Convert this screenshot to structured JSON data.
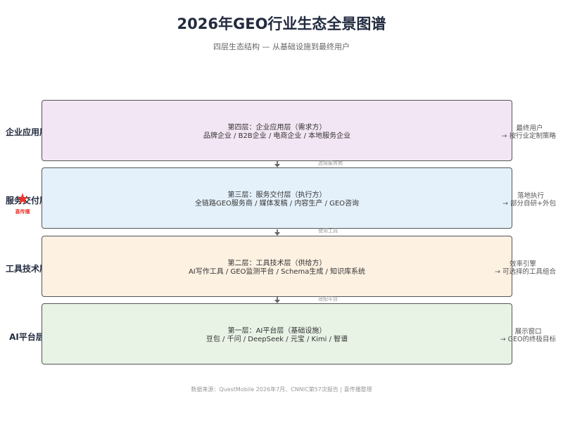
{
  "title": "2026年GEO行业生态全景图谱",
  "subtitle": "四层生态结构 — 从基础设施到最终用户",
  "layers": [
    {
      "side_label": "企业应用层",
      "heading": "第四层：企业应用层（需求方）",
      "items": "品牌企业 / B2B企业 / 电商企业 / 本地服务企业",
      "note_line1": "最终用户",
      "note_line2": "→ 按行业定制策略",
      "color": "#f3e6f4"
    },
    {
      "side_label": "服务交付层",
      "heading": "第三层：服务交付层（执行方）",
      "items": "全链路GEO服务商 / 媒体发稿 / 内容生产 / GEO咨询",
      "note_line1": "落地执行",
      "note_line2": "→ 部分自研+外包",
      "color": "#e4f1fb"
    },
    {
      "side_label": "工具技术层",
      "heading": "第二层：工具技术层（供给方）",
      "items": "AI写作工具 / GEO监测平台 / Schema生成 / 知识库系统",
      "note_line1": "效率引擎",
      "note_line2": "→ 可选择的工具组合",
      "color": "#fdf1e2"
    },
    {
      "side_label": "AI平台层",
      "heading": "第一层：AI平台层（基础设施）",
      "items": "豆包 / 千问 / DeepSeek / 元宝 / Kimi / 智谱",
      "note_line1": "展示窗口",
      "note_line2": "→ GEO的终极目标",
      "color": "#e8f3e6"
    }
  ],
  "connectors": [
    "选择服务商",
    "使用工具",
    "适配平台"
  ],
  "badge": {
    "icon": "star-icon",
    "text": "喜传播",
    "color": "#e8352c"
  },
  "footer": "数据来源：QuestMobile 2026年7月、CNNIC第57次报告 | 喜传播整理"
}
